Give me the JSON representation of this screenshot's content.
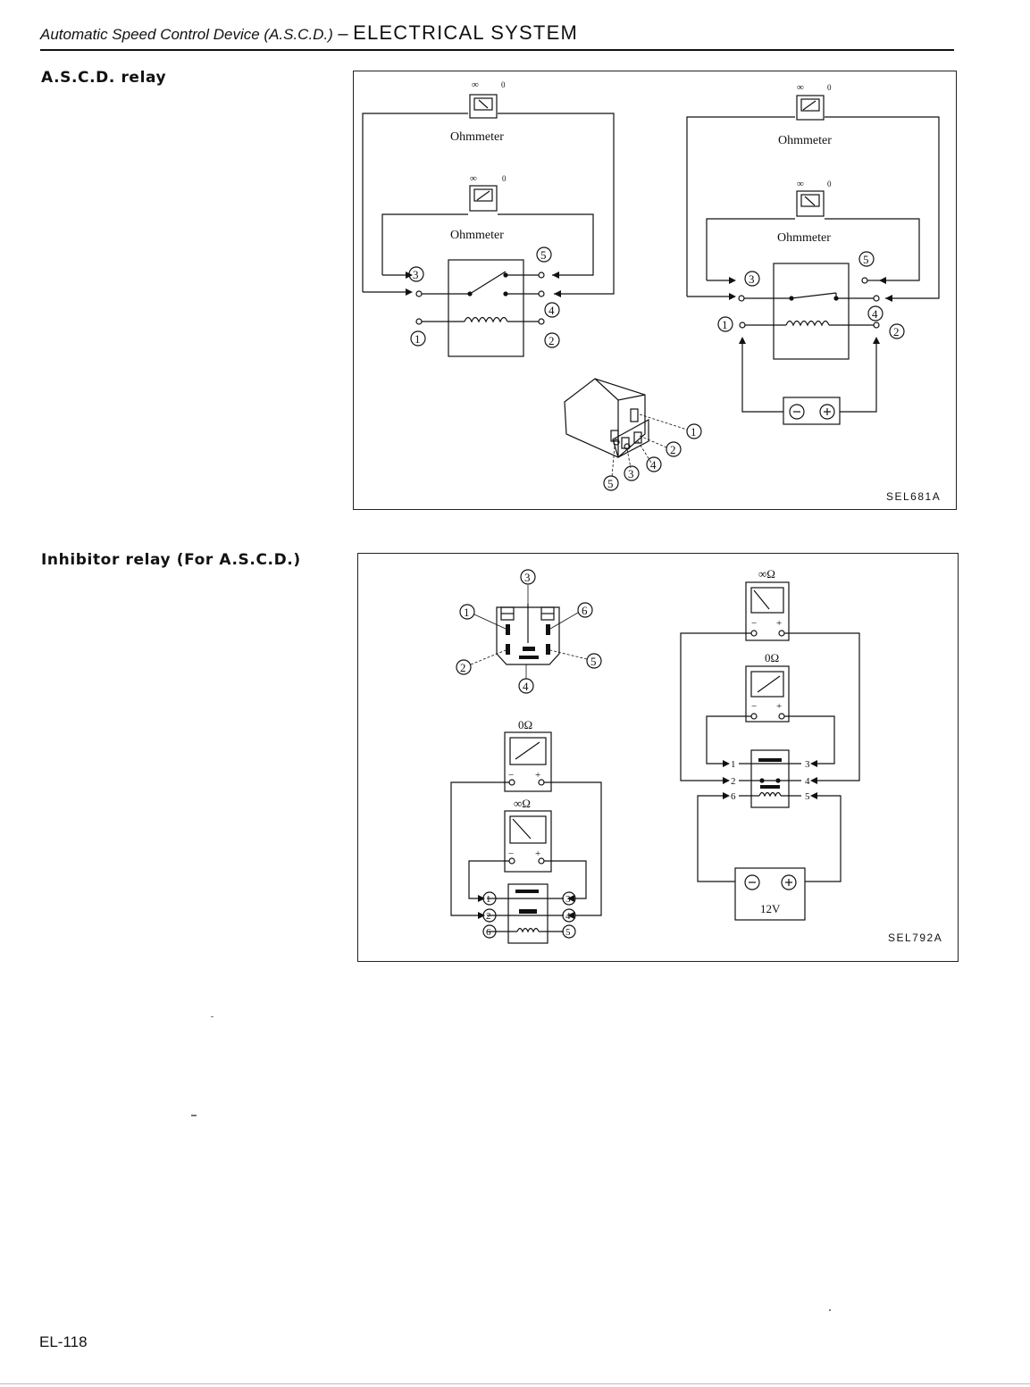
{
  "header": {
    "italic_text": "Automatic Speed Control Device (A.S.C.D.)",
    "dash": " – ",
    "system_text": "ELECTRICAL SYSTEM"
  },
  "sections": [
    {
      "title": "A.S.C.D. relay"
    },
    {
      "title": "Inhibitor relay (For A.S.C.D.)"
    }
  ],
  "figure1": {
    "code": "SEL681A",
    "meter_label": "Ohmmeter",
    "scale_infinity": "∞",
    "scale_zero": "0",
    "terminals": [
      "1",
      "2",
      "3",
      "4",
      "5"
    ]
  },
  "figure2": {
    "code": "SEL792A",
    "infinity_ohm": "∞Ω",
    "zero_ohm": "0Ω",
    "minus": "−",
    "plus": "+",
    "battery_voltage": "12V",
    "terminals": [
      "1",
      "2",
      "3",
      "4",
      "5",
      "6"
    ]
  },
  "footer": {
    "page_number": "EL-118"
  }
}
